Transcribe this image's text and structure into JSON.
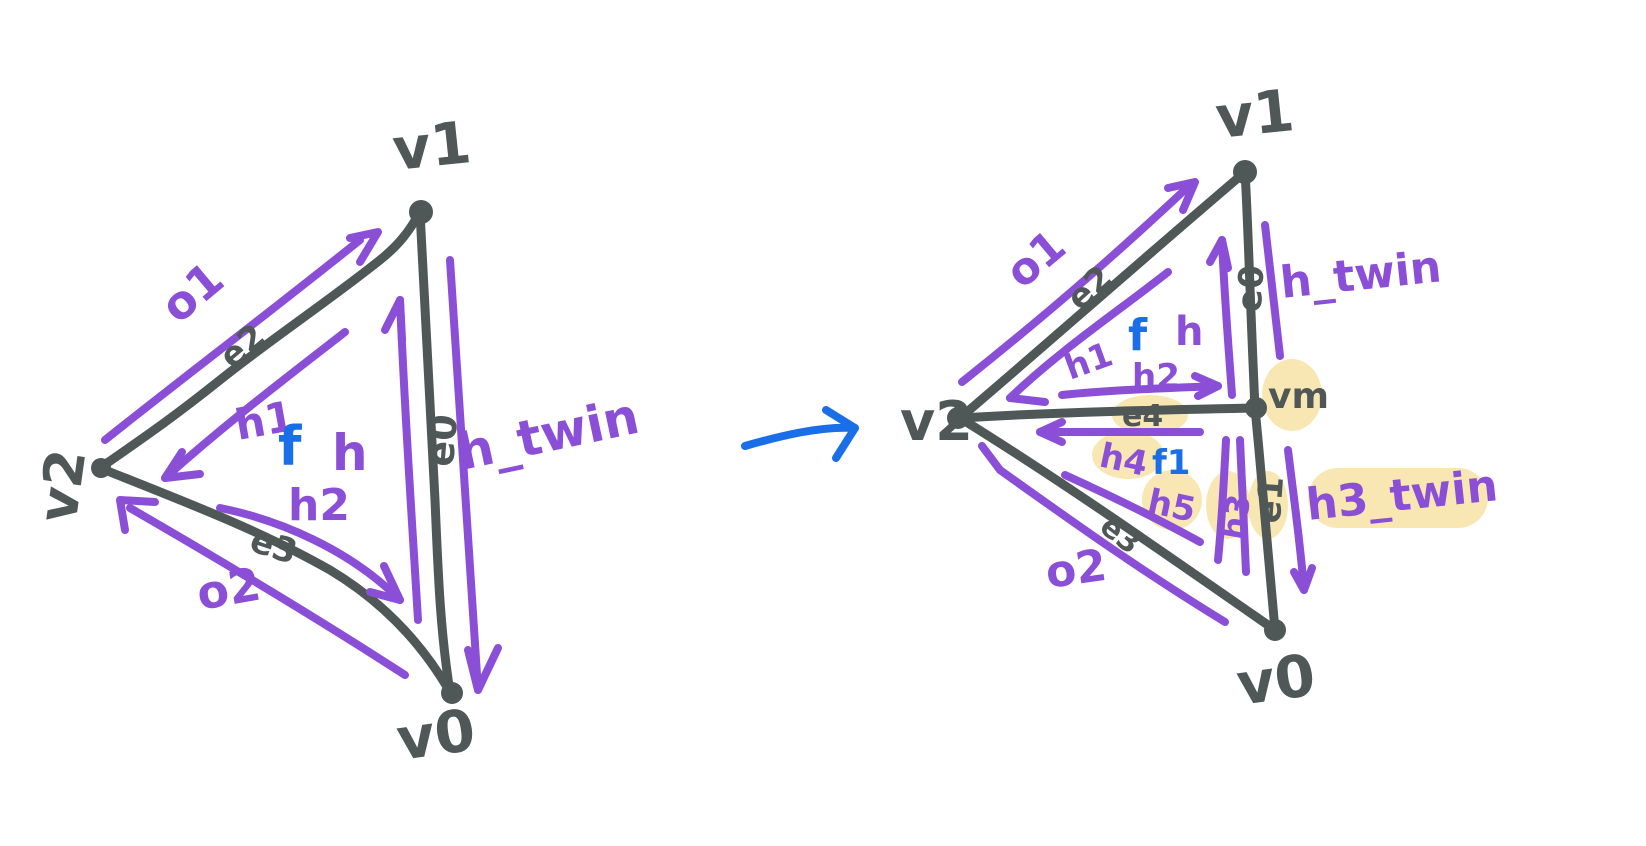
{
  "colors": {
    "edge": "#4f5757",
    "half_edge": "#8a4fd6",
    "face": "#1a6fe8",
    "highlight": "#f5df9a"
  },
  "left": {
    "vertices": {
      "v0": "v0",
      "v1": "v1",
      "v2": "v2"
    },
    "edges": {
      "e0": "e0",
      "e2": "e2",
      "e3": "e3"
    },
    "half_edges": {
      "o1": "o1",
      "o2": "o2",
      "h": "h",
      "h1": "h1",
      "h2": "h2",
      "h_twin": "h_twin"
    },
    "face": "f"
  },
  "right": {
    "vertices": {
      "v0": "v0",
      "v1": "v1",
      "v2": "v2",
      "vm": "vm"
    },
    "edges": {
      "e0": "e0",
      "e1": "e1",
      "e2": "e2",
      "e3": "e3",
      "e4": "e4"
    },
    "half_edges": {
      "o1": "o1",
      "o2": "o2",
      "h": "h",
      "h1": "h1",
      "h2": "h2",
      "h3": "h3",
      "h4": "h4",
      "h5": "h5",
      "h_twin": "h_twin",
      "h3_twin": "h3_twin"
    },
    "faces": {
      "f": "f",
      "f1": "f1"
    }
  }
}
